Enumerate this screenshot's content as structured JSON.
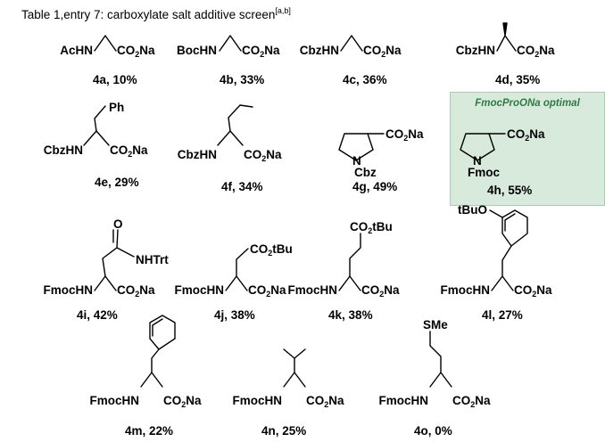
{
  "table": {
    "caption": "Table 1,entry 7: carboxylate salt additive screen",
    "footnote_marks": "[a,b]",
    "highlight_label": "FmocProONa optimal"
  },
  "compounds": [
    {
      "id": "4a",
      "yield": "10%",
      "amine": "AcHN",
      "side_chain": ""
    },
    {
      "id": "4b",
      "yield": "33%",
      "amine": "BocHN",
      "side_chain": ""
    },
    {
      "id": "4c",
      "yield": "36%",
      "amine": "CbzHN",
      "side_chain": ""
    },
    {
      "id": "4d",
      "yield": "35%",
      "amine": "CbzHN",
      "side_chain": ""
    },
    {
      "id": "4e",
      "yield": "29%",
      "amine": "CbzHN",
      "side_chain": "Ph"
    },
    {
      "id": "4f",
      "yield": "34%",
      "amine": "CbzHN",
      "side_chain": ""
    },
    {
      "id": "4g",
      "yield": "49%",
      "amine": "N",
      "side_chain": "Cbz"
    },
    {
      "id": "4h",
      "yield": "55%",
      "amine": "N",
      "side_chain": "Fmoc"
    },
    {
      "id": "4i",
      "yield": "42%",
      "amine": "FmocHN",
      "side_chain": "NHTrt"
    },
    {
      "id": "4j",
      "yield": "38%",
      "amine": "FmocHN",
      "side_chain": "CO2tBu"
    },
    {
      "id": "4k",
      "yield": "38%",
      "amine": "FmocHN",
      "side_chain": "CO2tBu"
    },
    {
      "id": "4l",
      "yield": "27%",
      "amine": "FmocHN",
      "side_chain": "tBuO"
    },
    {
      "id": "4m",
      "yield": "22%",
      "amine": "FmocHN",
      "side_chain": ""
    },
    {
      "id": "4n",
      "yield": "25%",
      "amine": "FmocHN",
      "side_chain": ""
    },
    {
      "id": "4o",
      "yield": "0%",
      "amine": "FmocHN",
      "side_chain": "SMe"
    }
  ],
  "groups": {
    "carboxylate": "CO",
    "carboxylate_sub": "2",
    "carboxylate_tail": "Na",
    "carbonyl_o": "O",
    "ester_tail": "tBu"
  }
}
